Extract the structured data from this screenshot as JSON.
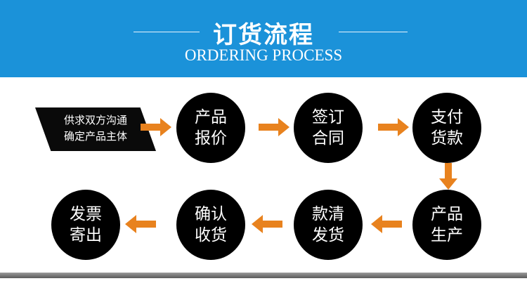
{
  "header": {
    "title": "订货流程",
    "subtitle": "ORDERING PROCESS"
  },
  "start": {
    "line1": "供求双方沟通",
    "line2": "确定产品主体"
  },
  "nodes": [
    {
      "l1": "产品",
      "l2": "报价"
    },
    {
      "l1": "签订",
      "l2": "合同"
    },
    {
      "l1": "支付",
      "l2": "货款"
    },
    {
      "l1": "产品",
      "l2": "生产"
    },
    {
      "l1": "款清",
      "l2": "发货"
    },
    {
      "l1": "确认",
      "l2": "收货"
    },
    {
      "l1": "发票",
      "l2": "寄出"
    }
  ],
  "colors": {
    "header": "#1b92d9",
    "arrow": "#e8821e",
    "node": "#000000"
  }
}
